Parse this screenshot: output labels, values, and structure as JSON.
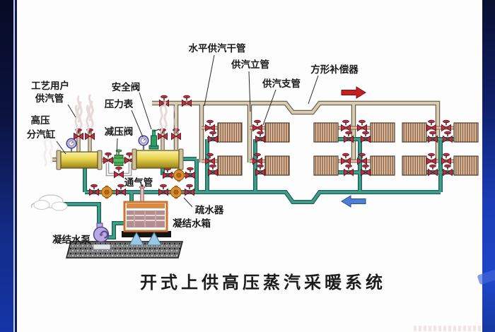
{
  "slide": {
    "title": "开式上供高压蒸汽采暖系统",
    "labels": {
      "horizontal_supply_main": "水平供汽干管",
      "supply_riser": "供汽立管",
      "supply_branch": "供汽支管",
      "square_compensator": "方形补偿器",
      "process_user_line1": "工艺用户",
      "process_user_line2": "供汽管",
      "safety_valve": "安全阀",
      "pressure_gauge": "压力表",
      "reducing_valve": "减压阀",
      "hp_cylinder_line1": "高压",
      "hp_cylinder_line2": "分汽缸",
      "vent_pipe": "通气管",
      "steam_trap": "疏水器",
      "condensate_tank": "凝结水箱",
      "condensate_pump": "凝结水泵"
    },
    "flow_arrows": {
      "steam_supply_direction": "right",
      "condensate_return_direction": "left"
    },
    "colors": {
      "steam_pipe": "#d8cbb0",
      "branch_pipe": "#e6c0a4",
      "condensate_pipe": "#3fa08c",
      "valve_red": "#c23040",
      "trap_orange": "#e09030",
      "cylinder_yellow": "#e8d44e",
      "tank_orange": "#c8742e",
      "supply_arrow": "#c42020",
      "return_arrow": "#4f7fd4",
      "side_band_blue": "#1535a8"
    }
  }
}
